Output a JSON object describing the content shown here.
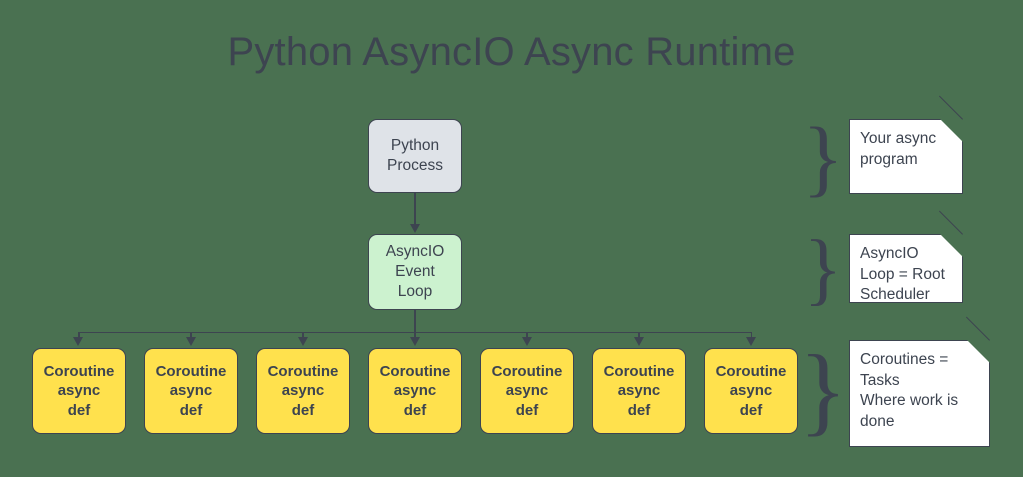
{
  "diagram": {
    "title": "Python AsyncIO Async Runtime",
    "background_color": "#4a7151",
    "stroke_color": "#3d4450",
    "nodes": {
      "process": {
        "lines": [
          "Python",
          "Process"
        ],
        "fill": "#dfe3e8"
      },
      "loop": {
        "lines": [
          "AsyncIO",
          "Event",
          "Loop"
        ],
        "fill": "#ccf2cf"
      },
      "coroutine_fill": "#ffe14d",
      "coroutines": [
        {
          "lines": [
            "Coroutine",
            "async",
            "def"
          ]
        },
        {
          "lines": [
            "Coroutine",
            "async",
            "def"
          ]
        },
        {
          "lines": [
            "Coroutine",
            "async",
            "def"
          ]
        },
        {
          "lines": [
            "Coroutine",
            "async",
            "def"
          ]
        },
        {
          "lines": [
            "Coroutine",
            "async",
            "def"
          ]
        },
        {
          "lines": [
            "Coroutine",
            "async",
            "def"
          ]
        },
        {
          "lines": [
            "Coroutine",
            "async",
            "def"
          ]
        }
      ]
    },
    "notes": [
      {
        "brace": "}",
        "lines": [
          "Your async",
          "program"
        ],
        "fill": "#ffffff"
      },
      {
        "brace": "}",
        "lines": [
          "AsyncIO",
          "Loop = Root",
          "Scheduler"
        ],
        "fill": "#ffffff"
      },
      {
        "brace": "}",
        "lines": [
          "Coroutines =",
          "Tasks",
          "Where work is",
          "done"
        ],
        "fill": "#ffffff"
      }
    ]
  }
}
